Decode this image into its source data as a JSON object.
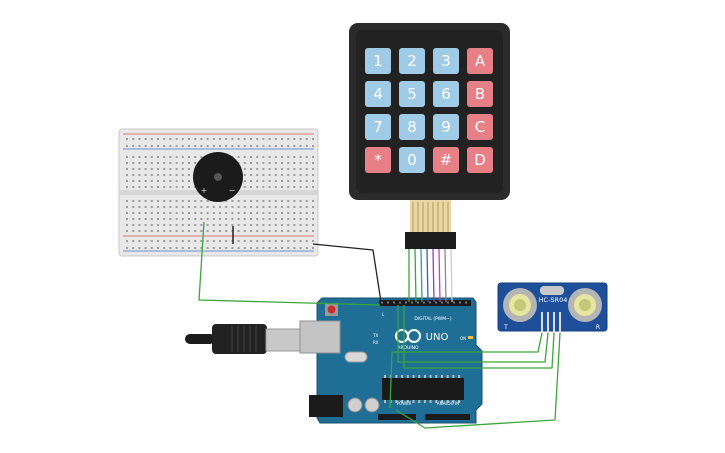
{
  "keypad": {
    "keys": [
      {
        "label": "1",
        "kind": "num"
      },
      {
        "label": "2",
        "kind": "num"
      },
      {
        "label": "3",
        "kind": "num"
      },
      {
        "label": "A",
        "kind": "letter"
      },
      {
        "label": "4",
        "kind": "num"
      },
      {
        "label": "5",
        "kind": "num"
      },
      {
        "label": "6",
        "kind": "num"
      },
      {
        "label": "B",
        "kind": "letter"
      },
      {
        "label": "7",
        "kind": "num"
      },
      {
        "label": "8",
        "kind": "num"
      },
      {
        "label": "9",
        "kind": "num"
      },
      {
        "label": "C",
        "kind": "letter"
      },
      {
        "label": "*",
        "kind": "letter"
      },
      {
        "label": "0",
        "kind": "num"
      },
      {
        "label": "#",
        "kind": "letter"
      },
      {
        "label": "D",
        "kind": "letter"
      }
    ]
  },
  "buzzer": {
    "plus": "+",
    "minus": "−"
  },
  "sensor": {
    "model": "HC-SR04",
    "left_mark": "T",
    "right_mark": "R"
  },
  "arduino": {
    "brand": "ARDUINO",
    "model": "UNO",
    "digital_label": "DIGITAL (PWM~)",
    "power_label": "POWER",
    "analog_label": "ANALOG IN",
    "tx_label": "TX",
    "rx_label": "RX",
    "l_label": "L",
    "on_label": "ON"
  },
  "colors": {
    "board": "#1f6e96",
    "key_num": "#9fcbe6",
    "key_letter": "#e77f86",
    "keypad_body": "#2a2a2a",
    "wire_green": "#3aa63a",
    "wire_black": "#222222",
    "breadboard": "#e7e7e7"
  }
}
